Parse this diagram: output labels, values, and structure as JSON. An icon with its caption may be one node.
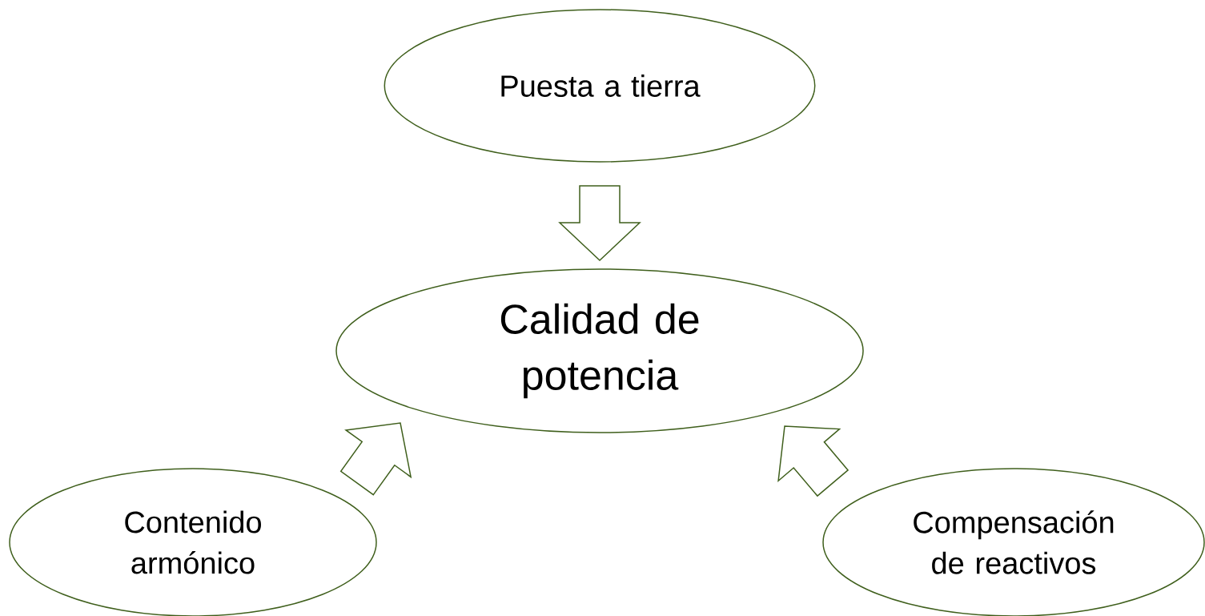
{
  "diagram": {
    "nodes": [
      {
        "text": [
          "Puesta a tierra"
        ]
      },
      {
        "text": [
          "Calidad de potencia"
        ]
      },
      {
        "text": [
          "Contenido armónico"
        ]
      },
      {
        "text": [
          "Compensación de reactivos"
        ]
      }
    ],
    "edges": [
      {
        "from": 0,
        "to": 1,
        "arrow": "to"
      },
      {
        "from": 2,
        "to": 1,
        "arrow": "to"
      },
      {
        "from": 3,
        "to": 1,
        "arrow": "to"
      }
    ]
  }
}
